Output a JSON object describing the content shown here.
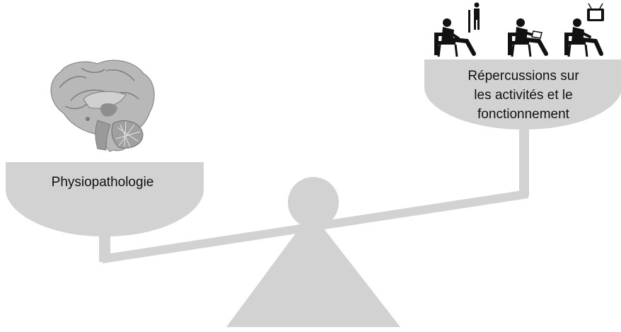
{
  "diagram": {
    "left_pan": {
      "label": "Physiopathologie",
      "icon": "brain-icon"
    },
    "right_pan": {
      "label_lines": [
        "Répercussions sur",
        "les activités et le",
        "fonctionnement"
      ],
      "icons": [
        "person-sitting-standing-icon",
        "person-sitting-reading-icon",
        "person-sitting-tv-icon"
      ]
    },
    "colors": {
      "scale": "#d2d2d2",
      "icons": "#111111",
      "brain": "#a8a8a8"
    }
  }
}
